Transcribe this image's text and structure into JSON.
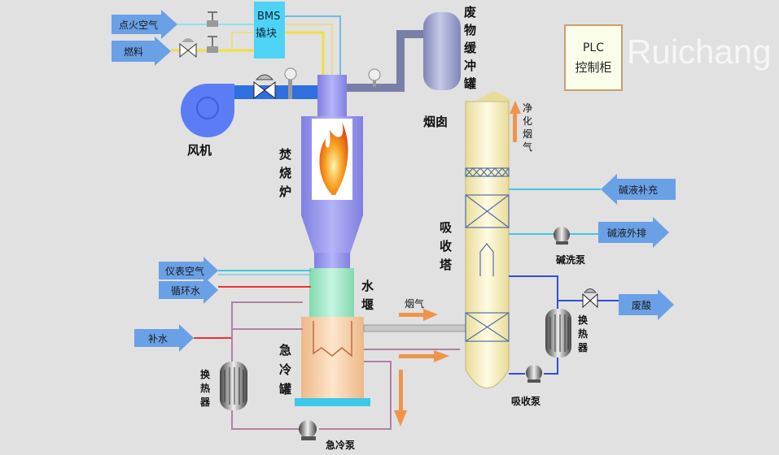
{
  "colors": {
    "background": "#e1e1e1",
    "arrow": "#6aa0e6",
    "bms": "#4fd3f5",
    "fan": "#5b7cf5",
    "furnace": "#9a9af0",
    "quench_section": "#a8ecd0",
    "quench_tank": "#f7d2a8",
    "tower": "#f6efc2",
    "flow_arrow": "#f0944a"
  },
  "inputs": {
    "ignition_air": "点火空气",
    "fuel": "燃料",
    "instrument_air": "仪表空气",
    "circulating_water": "循环水",
    "makeup_water": "补水",
    "alkali_makeup": "碱液补充"
  },
  "outputs": {
    "alkali_discharge": "碱液外排",
    "waste_acid": "废酸"
  },
  "bms": {
    "line1": "BMS",
    "line2": "撬块"
  },
  "plc": {
    "line1": "PLC",
    "line2": "控制柜"
  },
  "watermark": {
    "text": "Ruichang"
  },
  "equipment": {
    "fan": "风机",
    "incinerator": [
      "焚",
      "烧",
      "炉"
    ],
    "buffer_tank": [
      "废",
      "物",
      "缓",
      "冲",
      "罐"
    ],
    "chimney": "烟囱",
    "clean_gas": [
      "净",
      "化",
      "烟",
      "气"
    ],
    "absorber": [
      "吸",
      "收",
      "塔"
    ],
    "weir": [
      "水",
      "堰"
    ],
    "quench_tank": [
      "急",
      "冷",
      "罐"
    ],
    "flue_gas": "烟气",
    "caustic_pump": "碱洗泵",
    "absorption_pump": "吸收泵",
    "quench_pump": "急冷泵",
    "heat_exchanger_right": [
      "换",
      "热",
      "器"
    ],
    "heat_exchanger_left": [
      "换",
      "热",
      "器"
    ]
  }
}
